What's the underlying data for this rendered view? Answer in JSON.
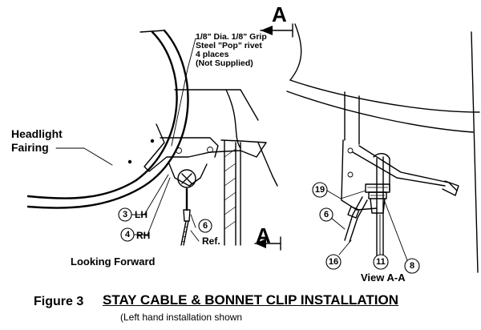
{
  "labels": {
    "rivet_note": "1/8\" Dia. 1/8\" Grip\nSteel \"Pop\" rivet\n4 places\n(Not Supplied)",
    "headlight_line1": "Headlight",
    "headlight_line2": "Fairing",
    "section_marker_top": "A",
    "section_marker_bottom": "A",
    "lh": "LH",
    "rh": "RH",
    "ref": "Ref.",
    "looking_forward": "Looking Forward",
    "view_aa": "View A-A",
    "figure_number": "Figure 3",
    "figure_title": "STAY CABLE & BONNET CLIP INSTALLATION",
    "caption": "(Left hand installation shown"
  },
  "callouts": {
    "part_3": "3",
    "part_4": "4",
    "part_6_left": "6",
    "part_6_right": "6",
    "part_8": "8",
    "part_11": "11",
    "part_16": "16",
    "part_19": "19"
  }
}
